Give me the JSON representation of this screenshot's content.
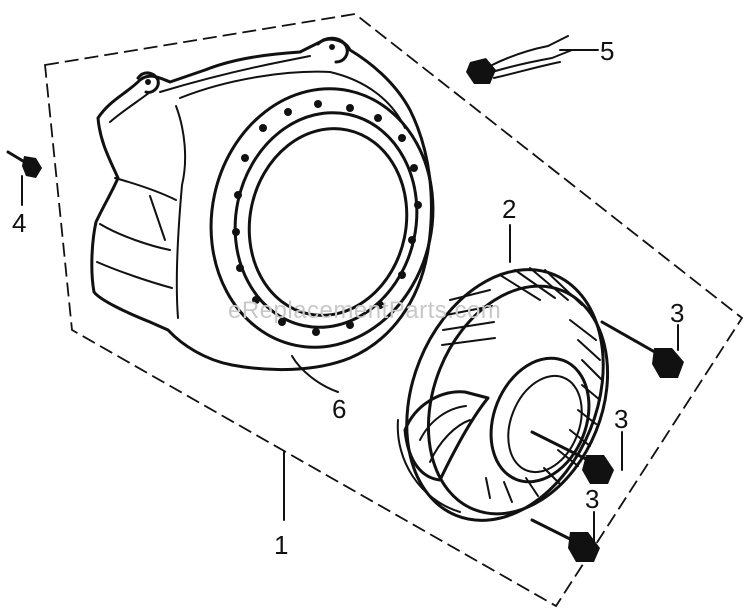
{
  "diagram": {
    "watermark": "eReplacementParts.com",
    "callouts": [
      {
        "id": "1",
        "label": "1"
      },
      {
        "id": "2",
        "label": "2"
      },
      {
        "id": "3a",
        "label": "3"
      },
      {
        "id": "3b",
        "label": "3"
      },
      {
        "id": "3c",
        "label": "3"
      },
      {
        "id": "4",
        "label": "4"
      },
      {
        "id": "5",
        "label": "5"
      },
      {
        "id": "6",
        "label": "6"
      }
    ],
    "parts": [
      {
        "ref": "1",
        "name": "assembly-outline"
      },
      {
        "ref": "2",
        "name": "recoil-starter"
      },
      {
        "ref": "3",
        "name": "flange-bolt"
      },
      {
        "ref": "4",
        "name": "screw"
      },
      {
        "ref": "5",
        "name": "wire-connector"
      },
      {
        "ref": "6",
        "name": "fan-cover"
      }
    ]
  }
}
